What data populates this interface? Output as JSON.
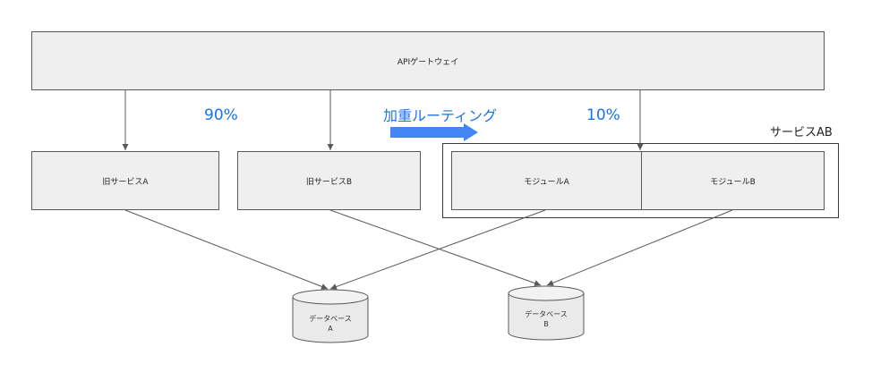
{
  "gateway": {
    "label": "APIゲートウェイ"
  },
  "services": {
    "legacy_a": "旧サービスA",
    "legacy_b": "旧サービスB",
    "module_a": "モジュールA",
    "module_b": "モジュールB",
    "group_label": "サービスAB"
  },
  "traffic": {
    "legacy_percent": "90%",
    "new_percent": "10%",
    "routing_label": "加重ルーティング"
  },
  "databases": {
    "a": {
      "line1": "データベース",
      "line2": "A"
    },
    "b": {
      "line1": "データベース",
      "line2": "B"
    }
  },
  "colors": {
    "accent": "#1a73e8",
    "box_fill": "#efefef",
    "db_fill": "#eaeaea",
    "arrow": "#4285f4",
    "line": "#595959"
  },
  "icons": [
    "right-arrow-icon",
    "database-icon"
  ]
}
